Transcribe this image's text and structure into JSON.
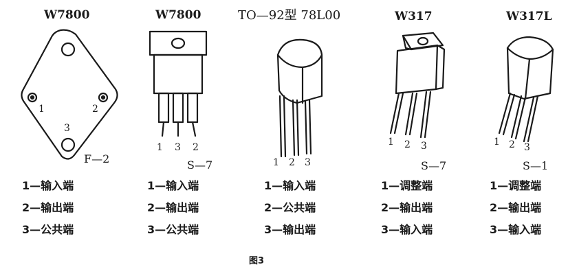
{
  "figure_caption": "图3",
  "components": [
    {
      "title": "W7800",
      "pins": [
        "1",
        "2",
        "3"
      ],
      "package": "F—2",
      "legend": [
        "1—输入端",
        "2—输出端",
        "3—公共端"
      ]
    },
    {
      "title": "W7800",
      "pins": [
        "1",
        "3",
        "2"
      ],
      "package": "S—7",
      "legend": [
        "1—输入端",
        "2—输出端",
        "3—公共端"
      ]
    },
    {
      "title": "TO—92型 78L00",
      "pins": [
        "1",
        "2",
        "3"
      ],
      "package": "",
      "legend": [
        "1—输入端",
        "2—公共端",
        "3—输出端"
      ]
    },
    {
      "title": "W317",
      "pins": [
        "1",
        "2",
        "3"
      ],
      "package": "S—7",
      "legend": [
        "1—调整端",
        "2—输出端",
        "3—输入端"
      ]
    },
    {
      "title": "W317L",
      "pins": [
        "1",
        "2",
        "3"
      ],
      "package": "S—1",
      "legend": [
        "1—调整端",
        "2—输出端",
        "3—输入端"
      ]
    }
  ]
}
